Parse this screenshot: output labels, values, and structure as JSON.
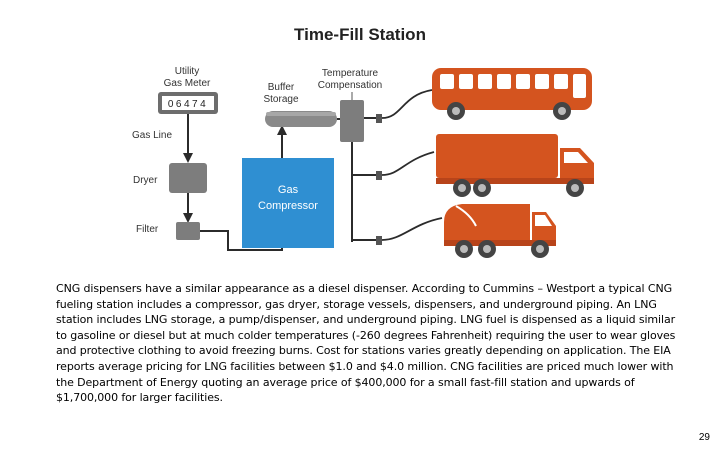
{
  "diagram": {
    "title": "Time-Fill Station",
    "labels": {
      "utility_gas_meter_line1": "Utility",
      "utility_gas_meter_line2": "Gas Meter",
      "meter_reading": "06474",
      "buffer_storage_line1": "Buffer",
      "buffer_storage_line2": "Storage",
      "temperature_line1": "Temperature",
      "temperature_line2": "Compensation",
      "gas_line": "Gas Line",
      "dryer": "Dryer",
      "filter": "Filter",
      "compressor_line1": "Gas",
      "compressor_line2": "Compressor"
    },
    "colors": {
      "vehicle": "#d4541f",
      "compressor": "#2f8fd2",
      "equipment": "#7f7f7f",
      "pipe": "#2b2b2b"
    },
    "vehicles": [
      "bus-icon",
      "box-truck-icon",
      "garbage-truck-icon"
    ]
  },
  "caption": "CNG dispensers have a similar appearance as a diesel dispenser.  According to Cummins – Westport a typical CNG fueling station includes a compressor, gas dryer, storage vessels, dispensers, and underground piping.  An LNG station includes LNG storage, a pump/dispenser, and underground piping.  LNG fuel is dispensed as a liquid similar to gasoline or diesel but at much colder temperatures (-260 degrees Fahrenheit) requiring the user to wear gloves and protective clothing to avoid freezing burns.  Cost for stations varies greatly depending on application.  The EIA reports average pricing for LNG facilities between $1.0 and $4.0 million.  CNG facilities are priced much lower with the Department of Energy quoting an average price of $400,000 for a small fast-fill station and upwards of $1,700,000 for larger facilities.",
  "page_number": "29"
}
